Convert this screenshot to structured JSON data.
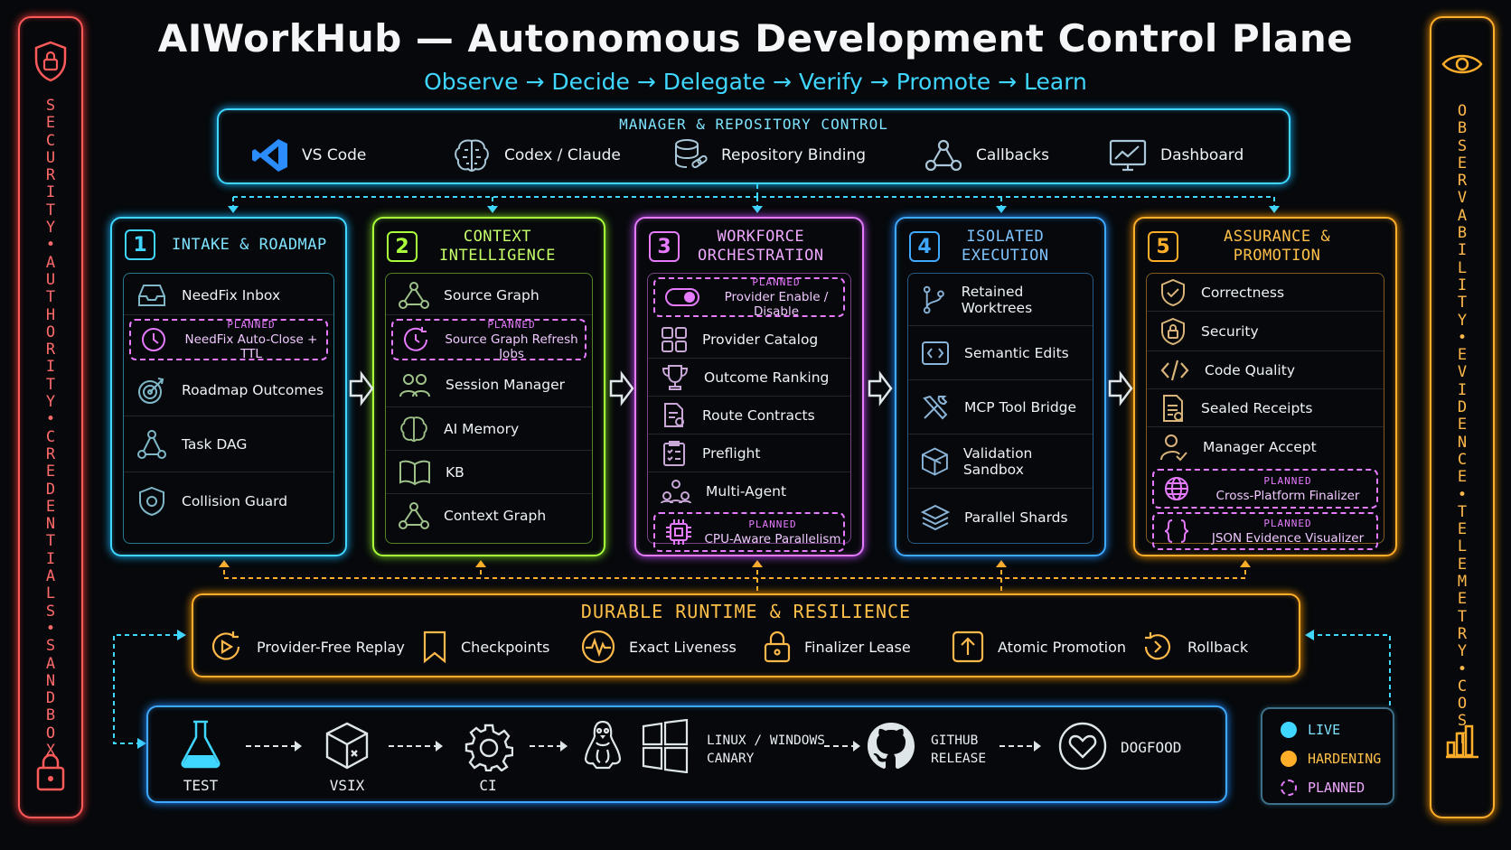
{
  "title": "AIWorkHub — Autonomous Development Control Plane",
  "subtitle": "Observe → Decide → Delegate → Verify → Promote → Learn",
  "left_rail": {
    "text": "SECURITY • AUTHORITY • CREDENTIALS • SANDBOX",
    "icon_top": "shield-lock-icon",
    "icon_bottom": "padlock-icon"
  },
  "right_rail": {
    "text": "OBSERVABILITY • EVIDENCE • TELEMETRY • COST",
    "icon_top": "eye-icon",
    "icon_bottom": "bar-chart-icon"
  },
  "manager": {
    "title": "MANAGER & REPOSITORY CONTROL",
    "items": [
      {
        "label": "VS Code",
        "icon": "vscode-icon"
      },
      {
        "label": "Codex / Claude",
        "icon": "brain-icon"
      },
      {
        "label": "Repository Binding",
        "icon": "database-link-icon"
      },
      {
        "label": "Callbacks",
        "icon": "webhook-icon"
      },
      {
        "label": "Dashboard",
        "icon": "monitor-chart-icon"
      }
    ]
  },
  "stages": [
    {
      "num": "1",
      "title": [
        "INTAKE & ROADMAP"
      ],
      "color": "#3fd6ff",
      "items": [
        {
          "label": "NeedFix Inbox",
          "icon": "inbox-icon"
        },
        {
          "label": "NeedFix Auto-Close + TTL",
          "icon": "clock-icon",
          "planned": true
        },
        {
          "label": "Roadmap Outcomes",
          "icon": "target-icon"
        },
        {
          "label": "Task DAG",
          "icon": "dag-icon"
        },
        {
          "label": "Collision Guard",
          "icon": "shield-icon"
        }
      ]
    },
    {
      "num": "2",
      "title": [
        "CONTEXT",
        "INTELLIGENCE"
      ],
      "color": "#a8ff3a",
      "items": [
        {
          "label": "Source Graph",
          "icon": "graph-icon"
        },
        {
          "label": "Source Graph Refresh Jobs",
          "icon": "refresh-clock-icon",
          "planned": true
        },
        {
          "label": "Session Manager",
          "icon": "users-icon"
        },
        {
          "label": "AI Memory",
          "icon": "brain-icon"
        },
        {
          "label": "KB",
          "icon": "book-icon"
        },
        {
          "label": "Context Graph",
          "icon": "graph-icon"
        }
      ]
    },
    {
      "num": "3",
      "title": [
        "WORKFORCE",
        "ORCHESTRATION"
      ],
      "color": "#e77bff",
      "items": [
        {
          "label": "Provider Enable / Disable",
          "icon": "toggle-icon",
          "planned": true
        },
        {
          "label": "Provider Catalog",
          "icon": "grid-icon"
        },
        {
          "label": "Outcome Ranking",
          "icon": "trophy-icon"
        },
        {
          "label": "Route Contracts",
          "icon": "contract-icon"
        },
        {
          "label": "Preflight",
          "icon": "checklist-icon"
        },
        {
          "label": "Multi-Agent",
          "icon": "agents-icon"
        },
        {
          "label": "CPU-Aware Parallelism",
          "icon": "cpu-icon",
          "planned": true
        }
      ]
    },
    {
      "num": "4",
      "title": [
        "ISOLATED",
        "EXECUTION"
      ],
      "color": "#3fa9ff",
      "items": [
        {
          "label": "Retained Worktrees",
          "icon": "git-branch-icon"
        },
        {
          "label": "Semantic Edits",
          "icon": "code-edit-icon"
        },
        {
          "label": "MCP Tool Bridge",
          "icon": "tools-icon"
        },
        {
          "label": "Validation Sandbox",
          "icon": "cube-icon"
        },
        {
          "label": "Parallel Shards",
          "icon": "layers-icon"
        }
      ]
    },
    {
      "num": "5",
      "title": [
        "ASSURANCE &",
        "PROMOTION"
      ],
      "color": "#ffae2a",
      "items": [
        {
          "label": "Correctness",
          "icon": "shield-check-icon"
        },
        {
          "label": "Security",
          "icon": "shield-lock-icon"
        },
        {
          "label": "Code Quality",
          "icon": "code-icon"
        },
        {
          "label": "Sealed Receipts",
          "icon": "receipt-icon"
        },
        {
          "label": "Manager Accept",
          "icon": "user-check-icon"
        },
        {
          "label": "Cross-Platform Finalizer",
          "icon": "globe-icon",
          "planned": true
        },
        {
          "label": "JSON Evidence Visualizer",
          "icon": "braces-icon",
          "planned": true
        }
      ]
    }
  ],
  "planned_tag": "PLANNED",
  "runtime": {
    "title": "DURABLE RUNTIME & RESILIENCE",
    "items": [
      {
        "label": "Provider-Free Replay",
        "icon": "replay-icon"
      },
      {
        "label": "Checkpoints",
        "icon": "bookmark-icon"
      },
      {
        "label": "Exact Liveness",
        "icon": "heartbeat-icon"
      },
      {
        "label": "Finalizer Lease",
        "icon": "lock-icon"
      },
      {
        "label": "Atomic Promotion",
        "icon": "upload-icon"
      },
      {
        "label": "Rollback",
        "icon": "rollback-icon"
      }
    ]
  },
  "pipeline": [
    {
      "label": "TEST",
      "icon": "flask-icon"
    },
    {
      "label": "VSIX",
      "icon": "package-icon"
    },
    {
      "label": "CI",
      "icon": "gear-icon"
    },
    {
      "label": "LINUX / WINDOWS\nCANARY",
      "icon": "linux-windows-icon"
    },
    {
      "label": "GITHUB\nRELEASE",
      "icon": "github-icon"
    },
    {
      "label": "DOGFOOD",
      "icon": "heart-icon"
    }
  ],
  "legend": [
    {
      "label": "LIVE",
      "color": "#3fd6ff",
      "style": "solid"
    },
    {
      "label": "HARDENING",
      "color": "#ffae2a",
      "style": "solid"
    },
    {
      "label": "PLANNED",
      "color": "#e77bff",
      "style": "dashed"
    }
  ]
}
